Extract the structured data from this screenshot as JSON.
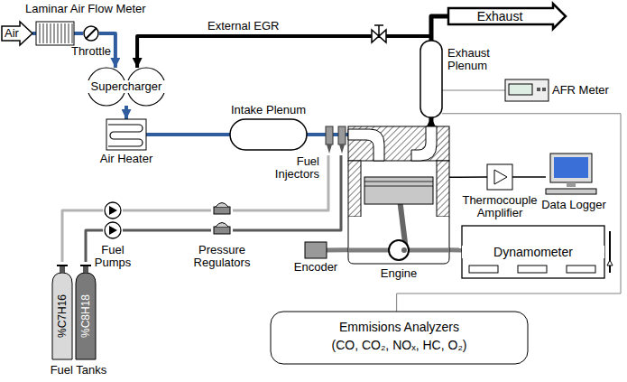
{
  "diagram": {
    "nodes": [
      {
        "text": [
          "Air"
        ]
      },
      {
        "text": [
          "Laminar Air Flow Meter"
        ]
      },
      {
        "text": [
          "Throttle"
        ]
      },
      {
        "text": [
          "Exhaust"
        ]
      },
      {
        "text": [
          "Supercharger"
        ]
      },
      {
        "text": [
          "Exhaust Plenum"
        ]
      },
      {
        "text": [
          "AFR Meter"
        ]
      },
      {
        "text": [
          "Air Heater"
        ]
      },
      {
        "text": [
          "Intake Plenum"
        ]
      },
      {
        "text": [
          "Fuel Injectors"
        ]
      },
      {
        "text": [
          "Engine"
        ]
      },
      {
        "text": [
          "Thermocouple Amplifier"
        ]
      },
      {
        "text": [
          "Data Logger"
        ]
      },
      {
        "text": [
          "Fuel Pumps"
        ]
      },
      {
        "text": [
          "Pressure Regulators"
        ]
      },
      {
        "text": [
          "Encoder"
        ]
      },
      {
        "text": [
          "Dynamometer"
        ]
      },
      {
        "text": [
          "%C7H16"
        ]
      },
      {
        "text": [
          "%C8H18"
        ]
      },
      {
        "text": [
          "Emmisions Analyzers",
          "(CO, CO₂, NOₓ, HC, O₂)"
        ]
      }
    ],
    "edges": [
      {
        "from": 0,
        "to": 1,
        "arrow": "none"
      },
      {
        "from": 1,
        "to": 2,
        "arrow": "none"
      },
      {
        "from": 2,
        "to": 4,
        "arrow": "to"
      },
      {
        "from": 5,
        "to": 3,
        "arrow": "none"
      },
      {
        "from": 5,
        "to": 4,
        "arrow": "to",
        "label": "External EGR"
      },
      {
        "from": 4,
        "to": 7,
        "arrow": "to"
      },
      {
        "from": 7,
        "to": 8,
        "arrow": "none"
      },
      {
        "from": 8,
        "to": 10,
        "arrow": "to"
      },
      {
        "from": 10,
        "to": 5,
        "arrow": "to"
      },
      {
        "from": 5,
        "to": 6,
        "arrow": "none"
      },
      {
        "from": 10,
        "to": 11,
        "arrow": "none"
      },
      {
        "from": 11,
        "to": 12,
        "arrow": "none"
      },
      {
        "from": 10,
        "to": 16,
        "arrow": "none"
      },
      {
        "from": 15,
        "to": 10,
        "arrow": "none"
      },
      {
        "from": 17,
        "to": 13,
        "arrow": "none"
      },
      {
        "from": 18,
        "to": 13,
        "arrow": "none"
      },
      {
        "from": 13,
        "to": 14,
        "arrow": "none"
      },
      {
        "from": 13,
        "to": 14,
        "arrow": "none"
      },
      {
        "from": 14,
        "to": 9,
        "arrow": "none"
      },
      {
        "from": 14,
        "to": 9,
        "arrow": "none"
      },
      {
        "from": 5,
        "to": 19,
        "arrow": "none"
      }
    ],
    "labels": [
      "Fuel Tanks"
    ]
  }
}
